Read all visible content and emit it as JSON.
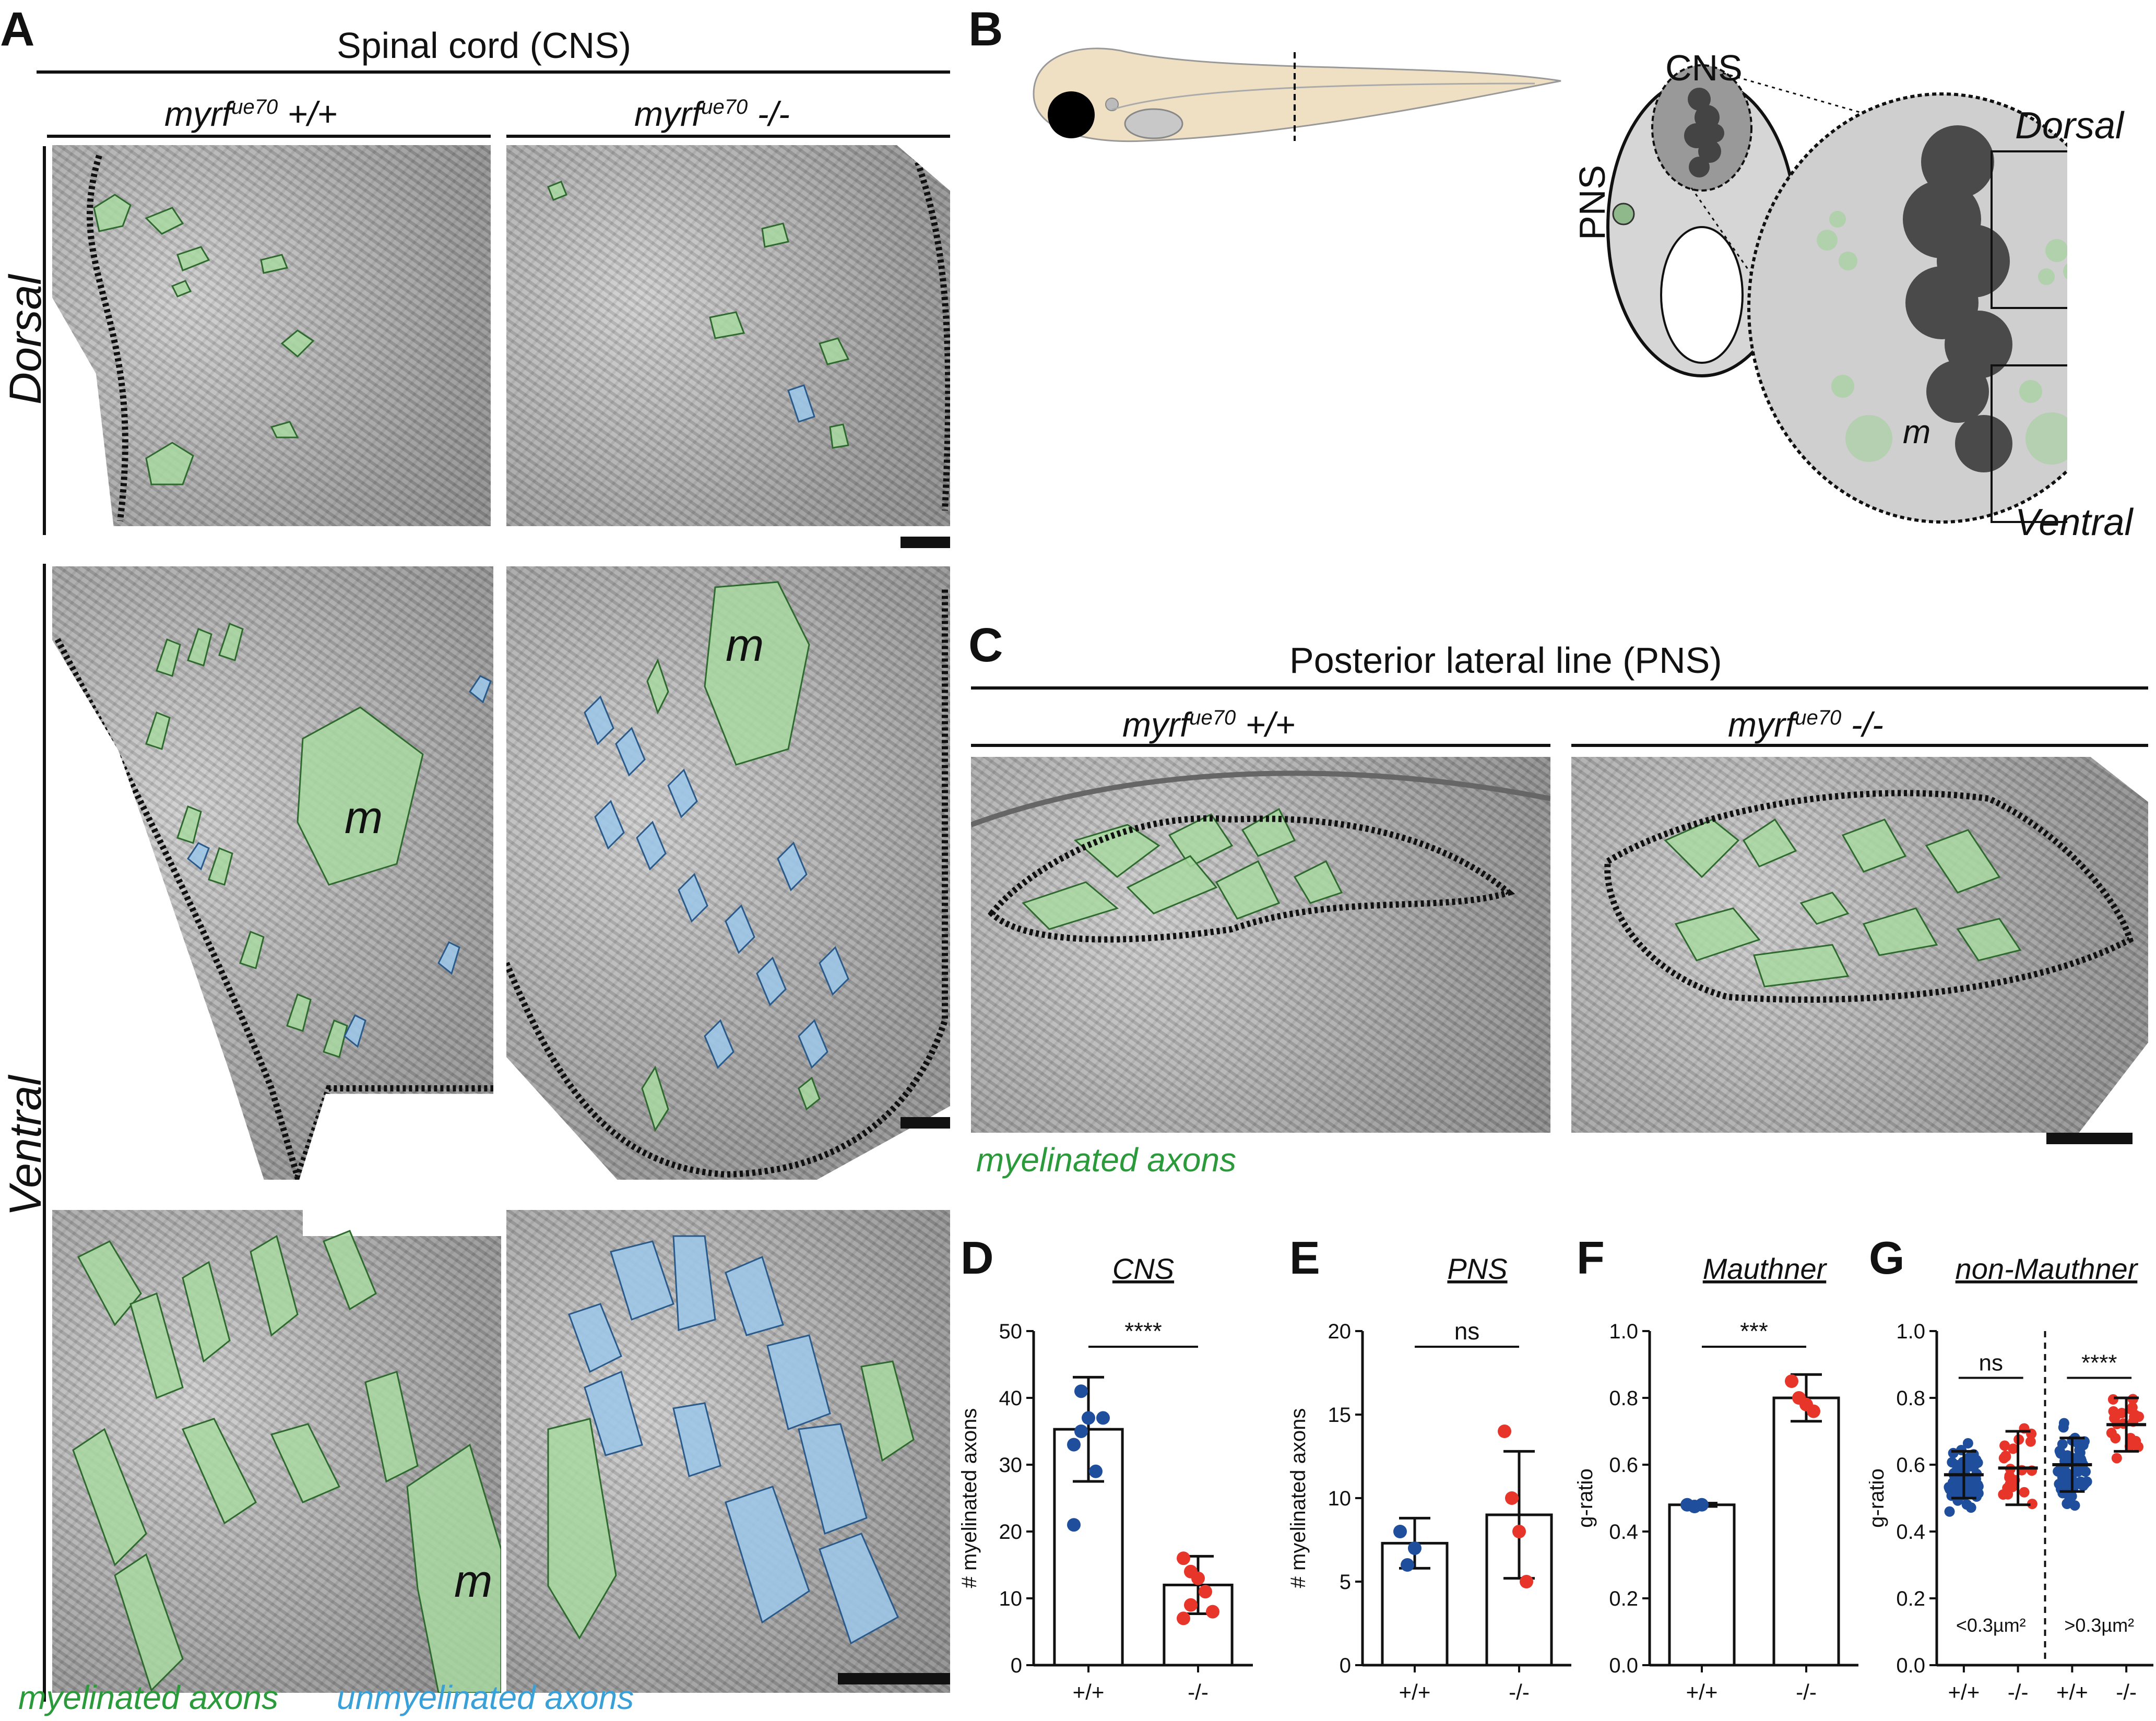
{
  "panels": {
    "A": {
      "letter": "A",
      "title": "Spinal cord (CNS)",
      "genotype_wt": "myrf",
      "genotype_wt_sup": "ue70",
      "genotype_wt_suffix": " +/+",
      "genotype_mut": "myrf",
      "genotype_mut_sup": "ue70",
      "genotype_mut_suffix": " -/-",
      "row_dorsal": "Dorsal",
      "row_ventral": "Ventral",
      "mauthner_label": "m",
      "legend_myelinated": "myelinated axons",
      "legend_unmyelinated": "unmyelinated axons"
    },
    "B": {
      "letter": "B",
      "cns": "CNS",
      "pns": "PNS",
      "dorsal": "Dorsal",
      "ventral": "Ventral",
      "m": "m"
    },
    "C": {
      "letter": "C",
      "title": "Posterior lateral line (PNS)",
      "genotype_wt": "myrf",
      "genotype_wt_sup": "ue70",
      "genotype_wt_suffix": " +/+",
      "genotype_mut": "myrf",
      "genotype_mut_sup": "ue70",
      "genotype_mut_suffix": " -/-",
      "legend_myelinated": "myelinated axons"
    }
  },
  "colors": {
    "myelinated": "#a9d9a2",
    "unmyelinated": "#9cc7e8",
    "wt_points": "#1f4e9c",
    "mut_points": "#e8352a"
  },
  "chart_data": [
    {
      "id": "D",
      "type": "bar",
      "letter": "D",
      "title": "CNS",
      "ylabel": "# myelinated axons",
      "categories": [
        "+/+",
        "-/-"
      ],
      "values": [
        35.3,
        12
      ],
      "sd": [
        7.8,
        4.3
      ],
      "ylim": [
        0,
        50
      ],
      "yticks": [
        0,
        10,
        20,
        30,
        40,
        50
      ],
      "significance": "****",
      "points": [
        [
          33,
          41,
          37,
          29,
          37,
          21,
          35
        ],
        [
          16,
          14,
          13,
          11,
          8,
          7,
          9
        ]
      ]
    },
    {
      "id": "E",
      "type": "bar",
      "letter": "E",
      "title": "PNS",
      "ylabel": "# myelinated axons",
      "categories": [
        "+/+",
        "-/-"
      ],
      "values": [
        7.3,
        9
      ],
      "sd": [
        1.5,
        3.8
      ],
      "ylim": [
        0,
        20
      ],
      "yticks": [
        0,
        5,
        10,
        15,
        20
      ],
      "significance": "ns",
      "points": [
        [
          8,
          6,
          7
        ],
        [
          14,
          10,
          8,
          5
        ]
      ]
    },
    {
      "id": "F",
      "type": "bar",
      "letter": "F",
      "title": "Mauthner",
      "ylabel": "g-ratio",
      "categories": [
        "+/+",
        "-/-"
      ],
      "values": [
        0.48,
        0.8
      ],
      "sd": [
        0.005,
        0.07
      ],
      "ylim": [
        0,
        1.0
      ],
      "yticks": [
        0.0,
        0.2,
        0.4,
        0.6,
        0.8,
        1.0
      ],
      "significance": "***",
      "points": [
        [
          0.48,
          0.475,
          0.48
        ],
        [
          0.85,
          0.8,
          0.78,
          0.76
        ]
      ]
    },
    {
      "id": "G",
      "type": "scatter",
      "letter": "G",
      "title": "non-Mauthner",
      "ylabel": "g-ratio",
      "categories": [
        "+/+",
        "-/-",
        "+/+",
        "-/-"
      ],
      "group_labels": [
        "<0.3µm²",
        ">0.3µm²"
      ],
      "values": [
        0.57,
        0.59,
        0.6,
        0.72
      ],
      "sd": [
        0.07,
        0.11,
        0.08,
        0.08
      ],
      "ylim": [
        0,
        1.0
      ],
      "yticks": [
        0.0,
        0.2,
        0.4,
        0.6,
        0.8,
        1.0
      ],
      "significance": [
        "ns",
        "****"
      ]
    }
  ]
}
